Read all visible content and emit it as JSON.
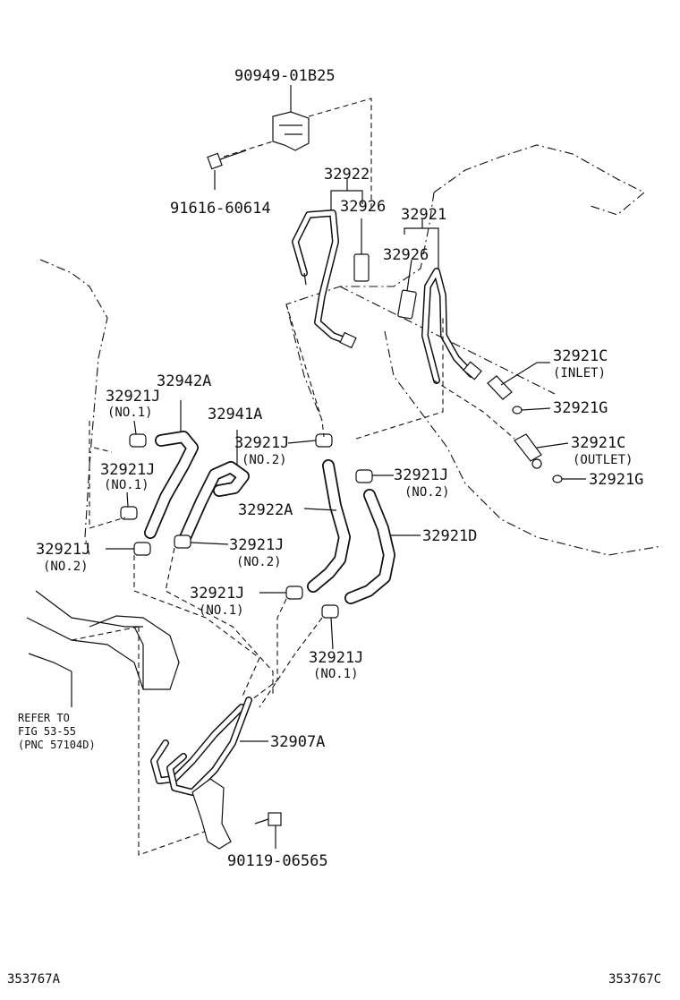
{
  "labels": {
    "p90949": "90949-01B25",
    "p91616": "91616-60614",
    "p32922": "32922",
    "p32926a": "32926",
    "p32921": "32921",
    "p32926b": "32926",
    "p32921C_in": "32921C",
    "inlet": "(INLET)",
    "p32921G_a": "32921G",
    "p32921C_out": "32921C",
    "outlet": "(OUTLET)",
    "p32921G_b": "32921G",
    "p32942A": "32942A",
    "p32941A": "32941A",
    "j1": "32921J",
    "j1_sub": "(NO.1)",
    "j2": "32921J",
    "j2_sub": "(NO.1)",
    "j3": "32921J",
    "j3_sub": "(NO.2)",
    "j4": "32921J",
    "j4_sub": "(NO.2)",
    "j5": "32921J",
    "j5_sub": "(NO.2)",
    "j6": "32921J",
    "j6_sub": "(NO.2)",
    "j7": "32921J",
    "j7_sub": "(NO.1)",
    "j8": "32921J",
    "j8_sub": "(NO.1)",
    "p32922A": "32922A",
    "p32921D": "32921D",
    "p32907A": "32907A",
    "p90119": "90119-06565",
    "refer1": "REFER TO",
    "refer2": "FIG 53-55",
    "refer3": "(PNC 57104D)",
    "code_left": "353767A",
    "code_right": "353767C"
  }
}
